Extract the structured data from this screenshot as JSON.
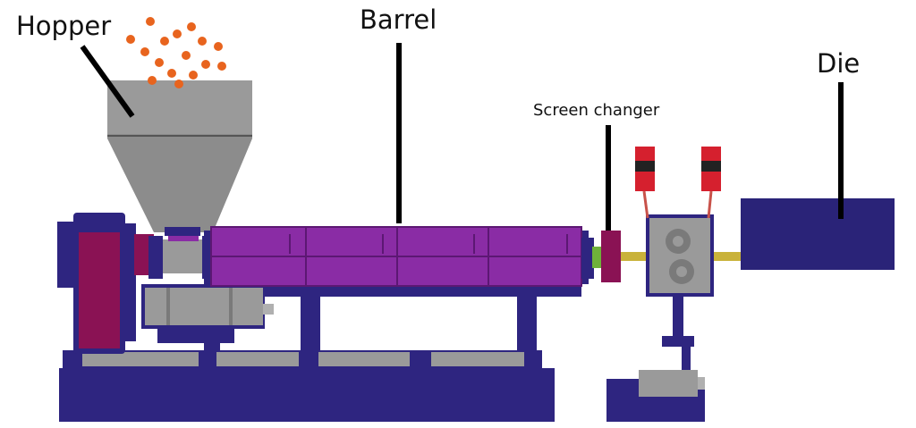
{
  "labels": {
    "hopper": "Hopper",
    "barrel": "Barrel",
    "screen_changer": "Screen changer",
    "die": "Die"
  },
  "colors": {
    "frame": "#2e2580",
    "barrel": "#8a2ca5",
    "barrel_dark": "#6b1d87",
    "motor": "#8a1254",
    "metal": "#8c8c8c",
    "metal_light": "#a6a6a6",
    "pellet": "#e8641e",
    "sensor": "#d5202e",
    "shaft": "#c9b23a",
    "die": "#2a2378"
  }
}
